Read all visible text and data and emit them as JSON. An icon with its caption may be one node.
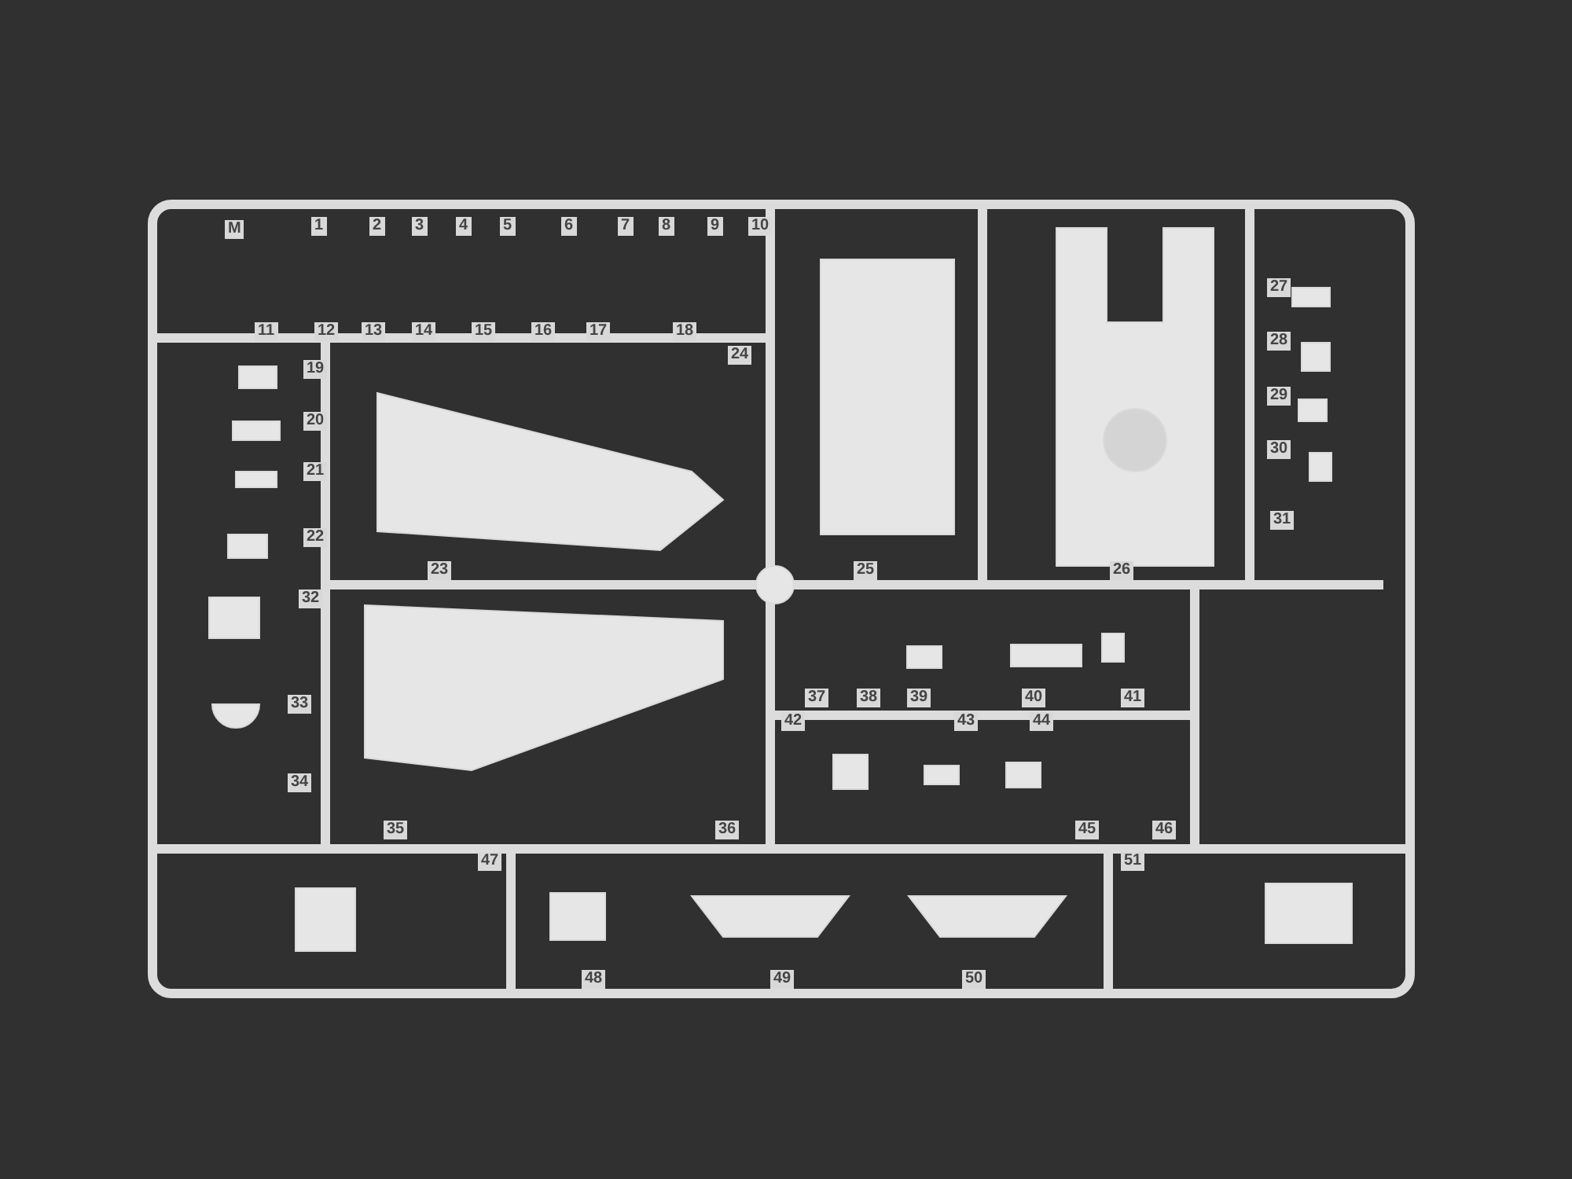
{
  "diagram": {
    "labels": [
      "M",
      "1",
      "2",
      "3",
      "4",
      "5",
      "6",
      "7",
      "8",
      "9",
      "10",
      "11",
      "12",
      "13",
      "14",
      "15",
      "16",
      "17",
      "18",
      "24",
      "19",
      "20",
      "21",
      "22",
      "23",
      "25",
      "26",
      "27",
      "28",
      "29",
      "30",
      "31",
      "32",
      "37",
      "38",
      "39",
      "40",
      "41",
      "42",
      "43",
      "44",
      "33",
      "34",
      "35",
      "36",
      "45",
      "46",
      "47",
      "51",
      "48",
      "49",
      "50"
    ]
  }
}
